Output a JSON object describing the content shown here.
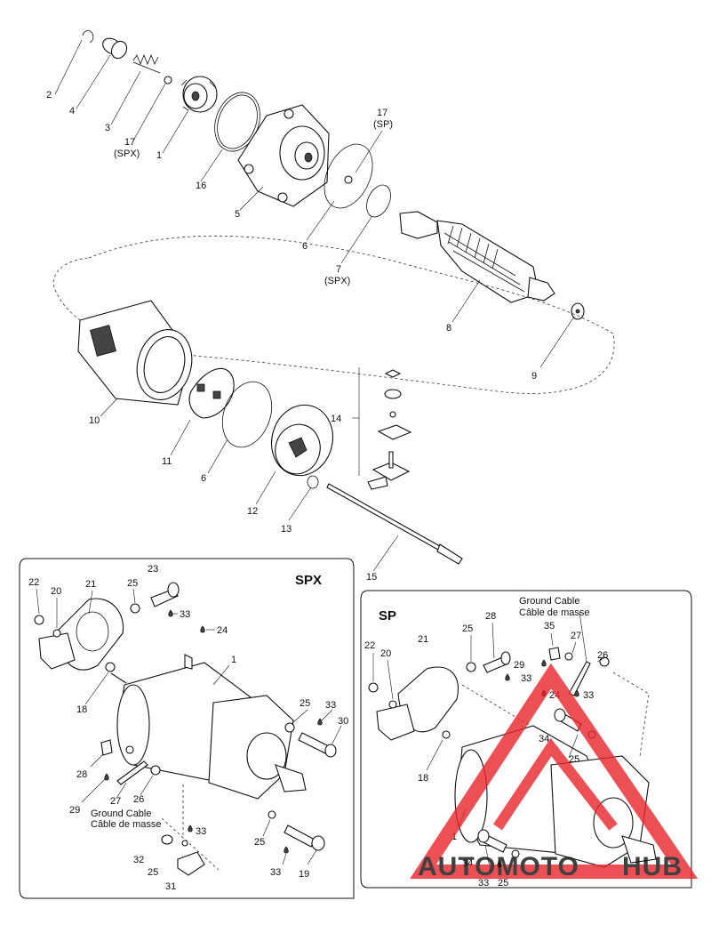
{
  "diagram": {
    "main_labels": [
      {
        "id": "l2",
        "text": "2"
      },
      {
        "id": "l4",
        "text": "4"
      },
      {
        "id": "l3",
        "text": "3"
      },
      {
        "id": "l17spx",
        "text": "17"
      },
      {
        "id": "l17spx_sub",
        "text": "(SPX)"
      },
      {
        "id": "l1",
        "text": "1"
      },
      {
        "id": "l16",
        "text": "16"
      },
      {
        "id": "l5",
        "text": "5"
      },
      {
        "id": "l17sp",
        "text": "17"
      },
      {
        "id": "l17sp_sub",
        "text": "(SP)"
      },
      {
        "id": "l6a",
        "text": "6"
      },
      {
        "id": "l7",
        "text": "7"
      },
      {
        "id": "l7_sub",
        "text": "(SPX)"
      },
      {
        "id": "l8",
        "text": "8"
      },
      {
        "id": "l9",
        "text": "9"
      },
      {
        "id": "l10",
        "text": "10"
      },
      {
        "id": "l11",
        "text": "11"
      },
      {
        "id": "l6b",
        "text": "6"
      },
      {
        "id": "l12",
        "text": "12"
      },
      {
        "id": "l13",
        "text": "13"
      },
      {
        "id": "l14",
        "text": "14"
      },
      {
        "id": "l15",
        "text": "15"
      }
    ],
    "spx_box": {
      "title": "SPX",
      "labels": [
        {
          "id": "s22",
          "text": "22"
        },
        {
          "id": "s20",
          "text": "20"
        },
        {
          "id": "s21",
          "text": "21"
        },
        {
          "id": "s25a",
          "text": "25"
        },
        {
          "id": "s23",
          "text": "23"
        },
        {
          "id": "s33a",
          "text": "33"
        },
        {
          "id": "s24",
          "text": "24"
        },
        {
          "id": "s1",
          "text": "1"
        },
        {
          "id": "s18",
          "text": "18"
        },
        {
          "id": "s25b",
          "text": "25"
        },
        {
          "id": "s33b",
          "text": "33"
        },
        {
          "id": "s30",
          "text": "30"
        },
        {
          "id": "s28",
          "text": "28"
        },
        {
          "id": "s29",
          "text": "29"
        },
        {
          "id": "s27",
          "text": "27"
        },
        {
          "id": "s26",
          "text": "26"
        },
        {
          "id": "s33c",
          "text": "33"
        },
        {
          "id": "s32",
          "text": "32"
        },
        {
          "id": "s25c",
          "text": "25"
        },
        {
          "id": "s31",
          "text": "31"
        },
        {
          "id": "s25d",
          "text": "25"
        },
        {
          "id": "s33d",
          "text": "33"
        },
        {
          "id": "s19",
          "text": "19"
        }
      ],
      "ground_cable": "Ground Cable",
      "cable_masse": "Câble de masse"
    },
    "sp_box": {
      "title": "SP",
      "labels": [
        {
          "id": "p22",
          "text": "22"
        },
        {
          "id": "p20",
          "text": "20"
        },
        {
          "id": "p21",
          "text": "21"
        },
        {
          "id": "p25a",
          "text": "25"
        },
        {
          "id": "p28",
          "text": "28"
        },
        {
          "id": "p35",
          "text": "35"
        },
        {
          "id": "p27",
          "text": "27"
        },
        {
          "id": "p26",
          "text": "26"
        },
        {
          "id": "p29",
          "text": "29"
        },
        {
          "id": "p33a",
          "text": "33"
        },
        {
          "id": "p24",
          "text": "24"
        },
        {
          "id": "p33b",
          "text": "33"
        },
        {
          "id": "p34a",
          "text": "34"
        },
        {
          "id": "p25b",
          "text": "25"
        },
        {
          "id": "p18",
          "text": "18"
        },
        {
          "id": "p1",
          "text": "1"
        },
        {
          "id": "p34b",
          "text": "34"
        },
        {
          "id": "p33c",
          "text": "33"
        },
        {
          "id": "p25c",
          "text": "25"
        }
      ],
      "ground_cable": "Ground Cable",
      "cable_masse": "Câble de masse"
    },
    "watermark": {
      "text_auto": "AUTOMOTO",
      "text_hub": "HUB",
      "logo_color": "#e8252a",
      "hub_color": "#555555"
    }
  }
}
